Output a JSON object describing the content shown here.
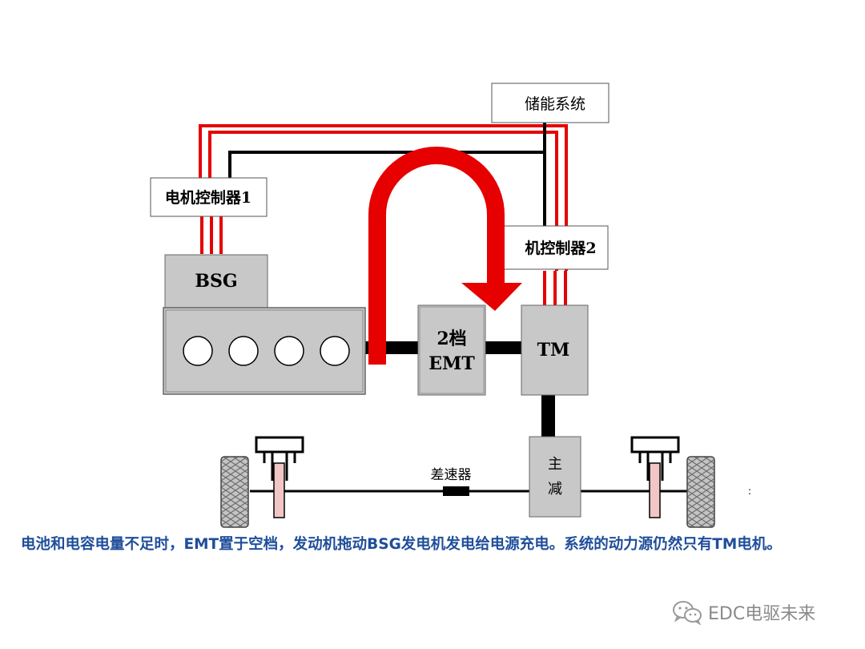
{
  "components": {
    "storage": "储能系统",
    "controller1": "电机控制器1",
    "controller2": "机控制器2",
    "bsg": "BSG",
    "emt_line1": "2档",
    "emt_line2": "EMT",
    "tm": "TM",
    "final_drive_line1": "主",
    "final_drive_line2": "减",
    "differential": "差速器"
  },
  "caption": "电池和电容电量不足时，EMT置于空档，发动机拖动BSG发电机发电给电源充电。系统的动力源仍然只有TM电机。",
  "side_mark": ":",
  "watermark": "EDC电驱未来",
  "colors": {
    "red_line": "#e60000",
    "caption": "#1f4e9a",
    "box_gray": "#c8c8c8"
  }
}
